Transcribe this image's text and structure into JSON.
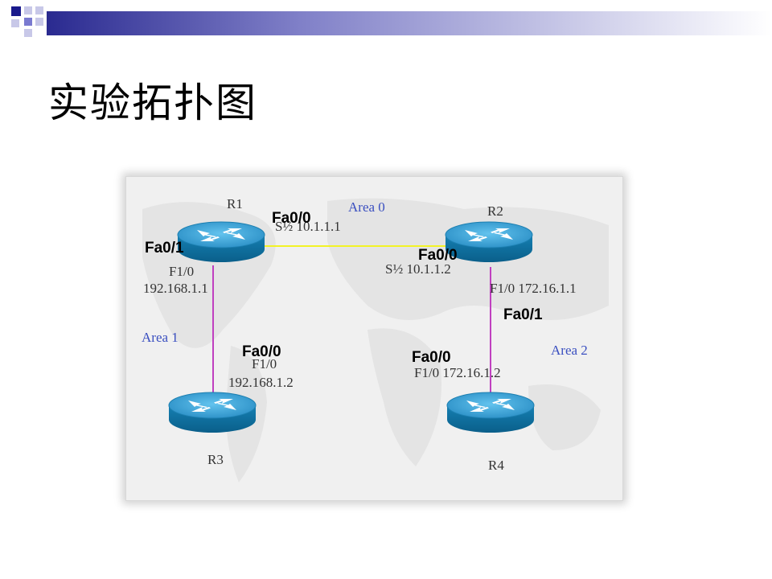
{
  "title": "实验拓扑图",
  "routers": {
    "r1": "R1",
    "r2": "R2",
    "r3": "R3",
    "r4": "R4"
  },
  "areas": {
    "area0": "Area 0",
    "area1": "Area 1",
    "area2": "Area 2"
  },
  "labels": {
    "r1_serial": "S½ 10.1.1.1",
    "r1_f10": "F1/0",
    "r1_ip": "192.168.1.1",
    "r2_serial": "S½ 10.1.1.2",
    "r2_f10": "F1/0 172.16.1.1",
    "r3_f10": "F1/0",
    "r3_ip": "192.168.1.2",
    "r4_f10": "F1/0 172.16.1.2"
  },
  "interfaces": {
    "r1_fa00": "Fa0/0",
    "r1_fa01": "Fa0/1",
    "r2_fa00": "Fa0/0",
    "r2_fa01": "Fa0/1",
    "r3_fa00": "Fa0/0",
    "r4_fa00": "Fa0/0"
  },
  "colors": {
    "serial_link": "#f2f226",
    "ethernet_link": "#c040c0",
    "router_top": "#3aa3d6",
    "router_side": "#0b6e9e",
    "area_text": "#3a4fc0",
    "decor_dark": "#1a1a8c",
    "decor_mid": "#7a7ad0",
    "decor_light": "#c8c8e8"
  }
}
